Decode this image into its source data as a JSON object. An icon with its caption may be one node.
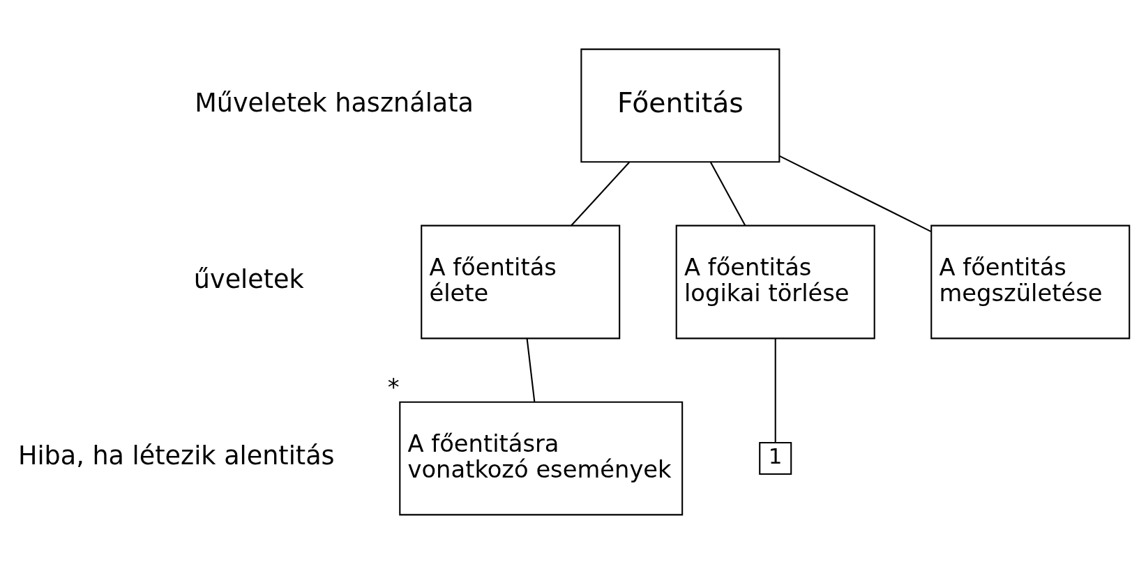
{
  "diagram": {
    "nodes": [
      {
        "text": [
          "Főentitás"
        ]
      },
      {
        "text": [
          "A főentitás megszületése"
        ]
      },
      {
        "text": [
          "A főentitás élete"
        ]
      },
      {
        "text": [
          "A főentitás logikai törlése"
        ]
      },
      {
        "text": [
          "A főentitásra vonatkozó események"
        ],
        "beside": [
          "*"
        ]
      },
      {
        "text": [
          "1"
        ]
      }
    ],
    "edges": [
      {
        "from": 0,
        "to": 1,
        "arrow": "none"
      },
      {
        "from": 0,
        "to": 2,
        "arrow": "none"
      },
      {
        "from": 0,
        "to": 3,
        "arrow": "none"
      },
      {
        "from": 2,
        "to": 4,
        "arrow": "none"
      },
      {
        "from": 3,
        "to": 5,
        "arrow": "none"
      }
    ],
    "labels": [
      "Műveletek használata",
      "űveletek",
      "Hiba, ha létezik alentitás"
    ]
  }
}
